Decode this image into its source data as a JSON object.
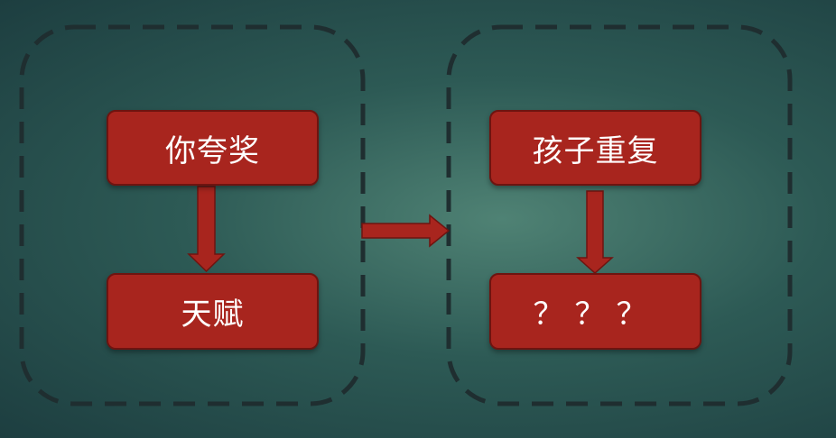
{
  "colors": {
    "background_center": "#4f8274",
    "background_edge": "#1d3e40",
    "node_fill": "#a8251e",
    "node_border": "#6e1410",
    "arrow_fill": "#a8251e",
    "dashed_border": "#1f2e30",
    "text": "#ffffff"
  },
  "left_group": {
    "top_node": {
      "label": "你夸奖"
    },
    "bottom_node": {
      "label": "天赋"
    }
  },
  "right_group": {
    "top_node": {
      "label": "孩子重复"
    },
    "bottom_node": {
      "label": "？？？"
    }
  }
}
